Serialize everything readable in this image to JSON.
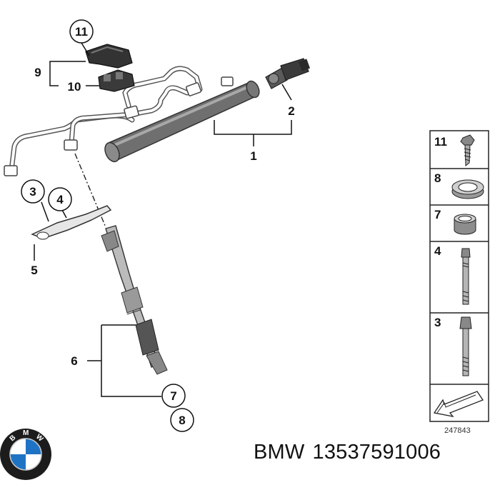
{
  "callouts": {
    "c1": "1",
    "c2": "2",
    "c3": "3",
    "c4": "4",
    "c5": "5",
    "c6": "6",
    "c7": "7",
    "c8": "8",
    "c9": "9",
    "c10": "10",
    "c11": "11"
  },
  "side_panel": {
    "items": [
      "11",
      "8",
      "7",
      "4",
      "3"
    ]
  },
  "diagram_id": "247843",
  "caption": {
    "brand": "BMW",
    "part_number": "13537591006"
  },
  "logo": {
    "text": "BMW",
    "colors": {
      "ring": "#1c1c1c",
      "blue": "#1f73c4",
      "white": "#ffffff"
    }
  }
}
